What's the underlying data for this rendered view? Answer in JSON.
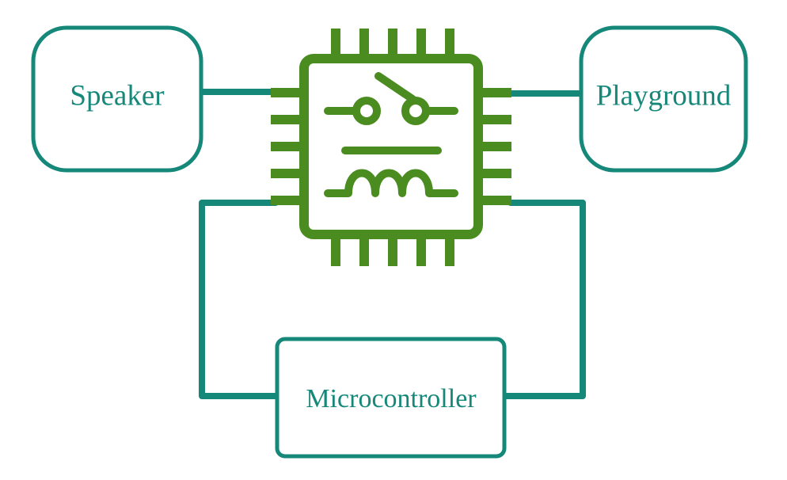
{
  "nodes": {
    "speaker": {
      "label": "Speaker"
    },
    "playground": {
      "label": "Playground"
    },
    "microcontroller": {
      "label": "Microcontroller"
    },
    "chip": {
      "icon": "relay-chip-icon"
    }
  },
  "colors": {
    "wire": "#16887a",
    "chip": "#4a8c1f",
    "text": "#16887a",
    "background": "#ffffff"
  }
}
